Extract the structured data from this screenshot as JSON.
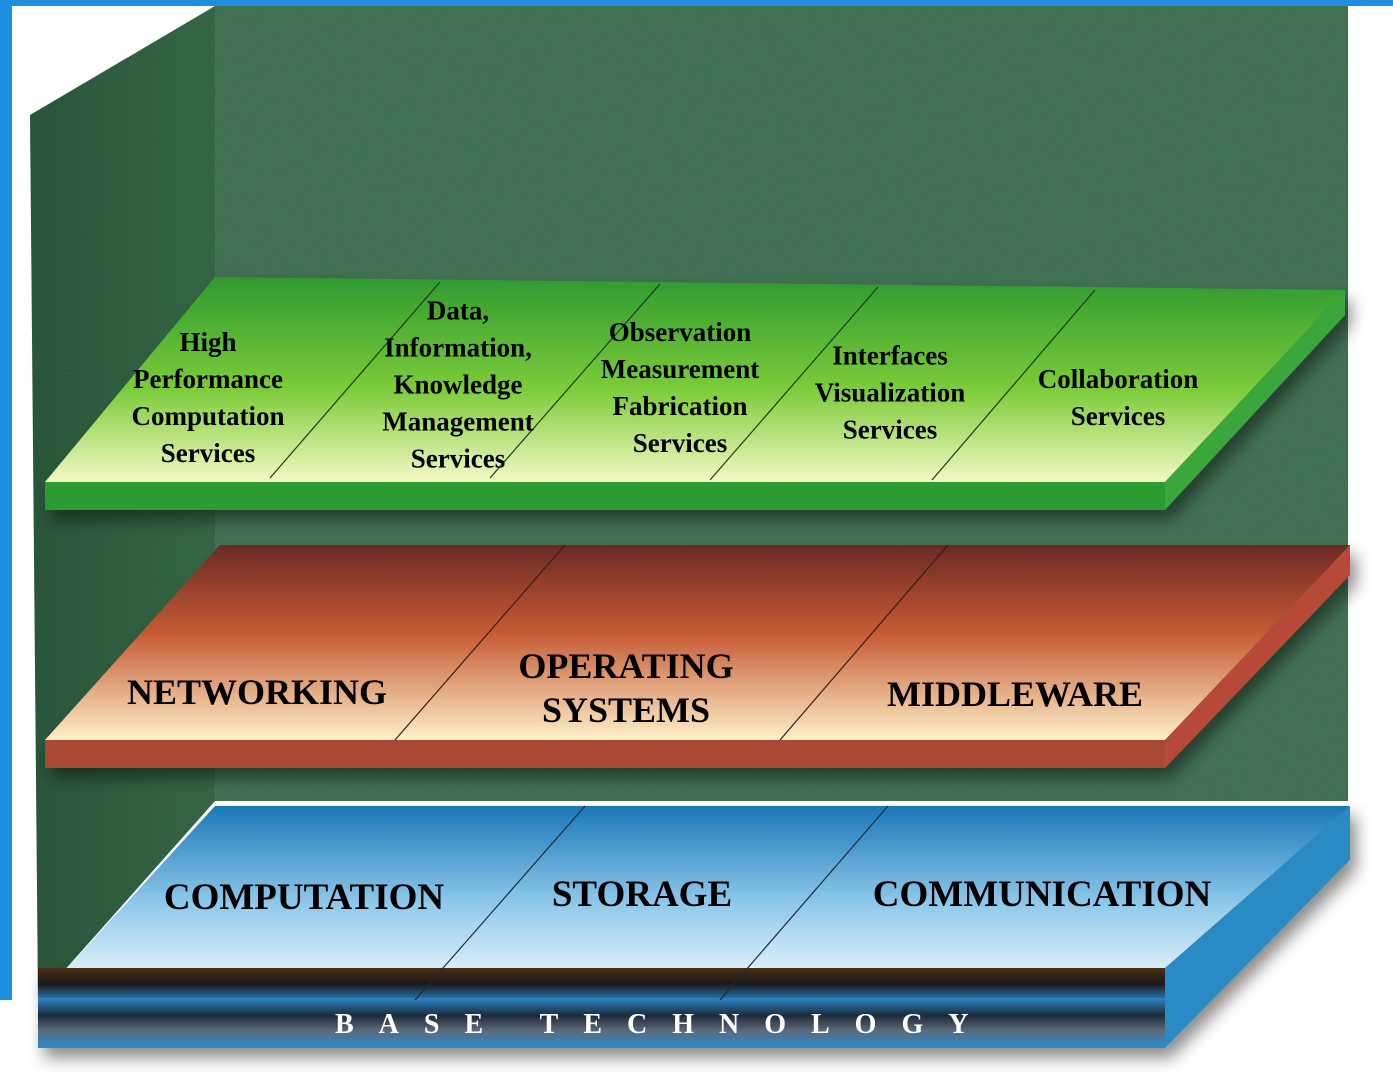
{
  "top_layer": {
    "services": [
      {
        "label": "High\nPerformance\nComputation\nServices"
      },
      {
        "label": "Data,\nInformation,\nKnowledge\nManagement\nServices"
      },
      {
        "label": "Observation\nMeasurement\nFabrication\nServices"
      },
      {
        "label": "Interfaces\nVisualization\nServices"
      },
      {
        "label": "Collaboration\nServices"
      }
    ]
  },
  "middle_layer": {
    "items": [
      {
        "label": "NETWORKING"
      },
      {
        "label": "OPERATING\nSYSTEMS"
      },
      {
        "label": "MIDDLEWARE"
      }
    ]
  },
  "bottom_layer": {
    "items": [
      {
        "label": "COMPUTATION"
      },
      {
        "label": "STORAGE"
      },
      {
        "label": "COMMUNICATION"
      }
    ],
    "base_label": "BASE TECHNOLOGY"
  },
  "colors": {
    "backdrop": "#3d6b4f",
    "top_layer": "#3aa63a",
    "middle_layer": "#b64a38",
    "bottom_layer": "#2a8ac4",
    "page_frame": "#1e8fe0"
  }
}
